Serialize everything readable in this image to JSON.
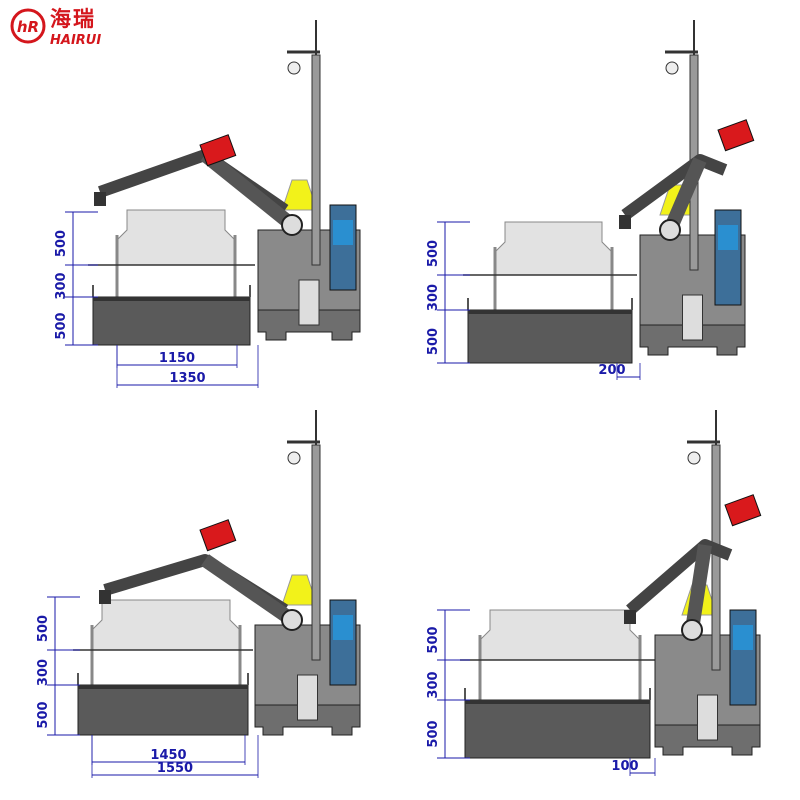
{
  "logo": {
    "cn": "海瑞",
    "en": "HAIRUI",
    "mark": "HR",
    "color": "#d4161c"
  },
  "colors": {
    "dimension": "#1a1aa8",
    "robot_head": "#d9191c",
    "tank": "#f2f21a",
    "machine": "#6e6e6e",
    "bin": "#5a5a5a",
    "panel": "#e2e2e2"
  },
  "panels": [
    {
      "id": "top-left",
      "vertical_dims": [
        "500",
        "300",
        "500"
      ],
      "horizontal_dims": [
        "1150",
        "1350"
      ]
    },
    {
      "id": "top-right",
      "vertical_dims": [
        "500",
        "300",
        "500"
      ],
      "horizontal_dims": [
        "200"
      ]
    },
    {
      "id": "bottom-left",
      "vertical_dims": [
        "500",
        "300",
        "500"
      ],
      "horizontal_dims": [
        "1450",
        "1550"
      ]
    },
    {
      "id": "bottom-right",
      "vertical_dims": [
        "500",
        "300",
        "500"
      ],
      "horizontal_dims": [
        "100"
      ]
    }
  ]
}
